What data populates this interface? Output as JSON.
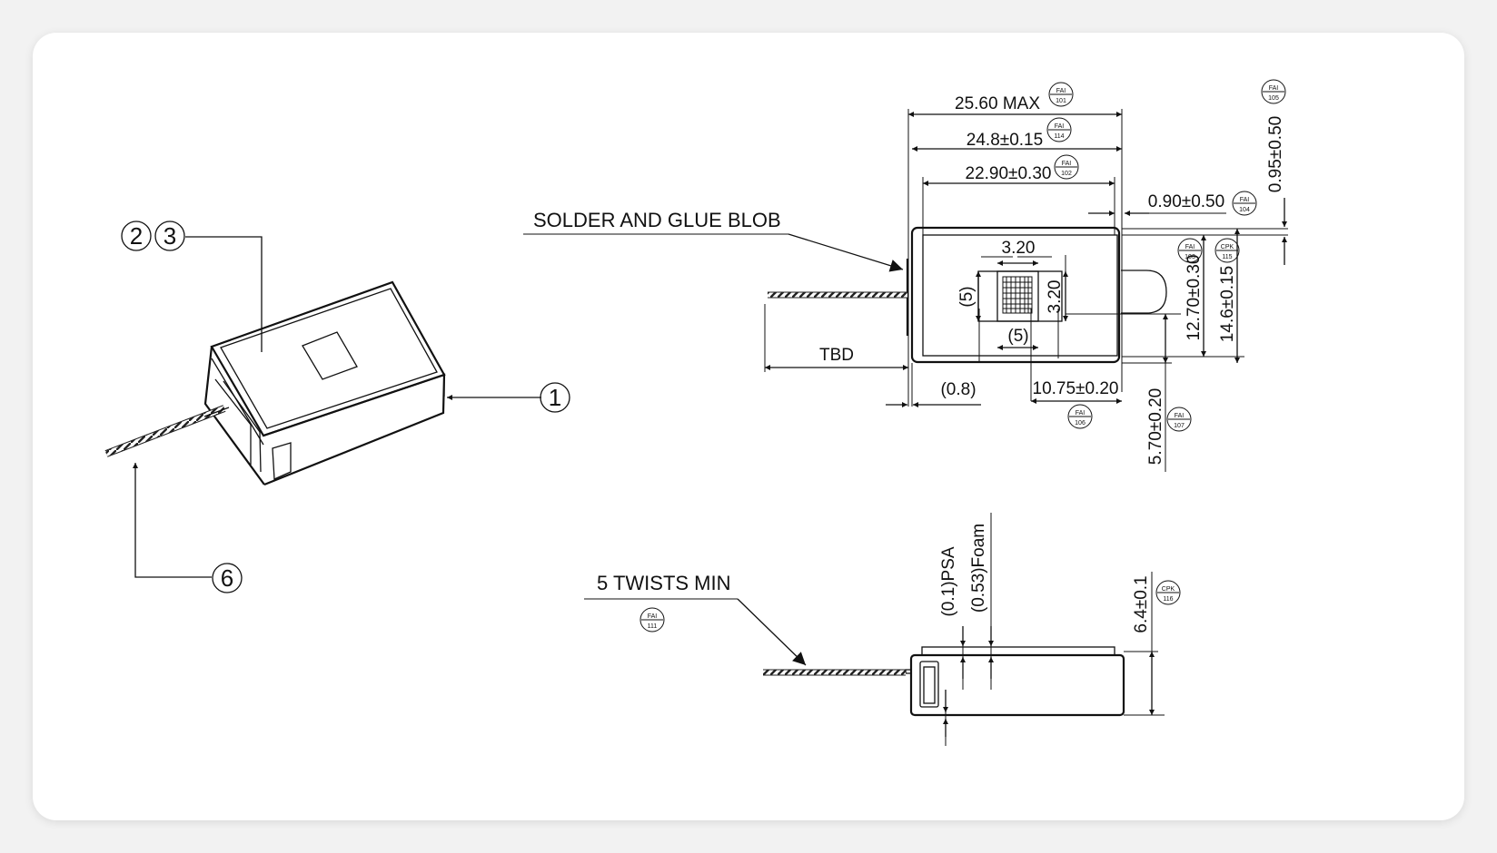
{
  "balloons": {
    "b23_a": "2",
    "b23_b": "3",
    "b1": "1",
    "b6": "6"
  },
  "labels": {
    "solder": "SOLDER AND GLUE BLOB",
    "twists": "5 TWISTS MIN"
  },
  "dims": {
    "d2560": "25.60 MAX",
    "d248": "24.8±0.15",
    "d2290": "22.90±0.30",
    "d090": "0.90±0.50",
    "d095": "0.95±0.50",
    "d320h": "3.20",
    "d320v": "3.20",
    "d5v": "(5)",
    "d5h": "(5)",
    "dtbd": "TBD",
    "d08": "(0.8)",
    "d1075": "10.75±0.20",
    "d1270": "12.70±0.30",
    "d146": "14.6±0.15",
    "d570": "5.70±0.20",
    "dpsa": "(0.1)PSA",
    "dfoam": "(0.53)Foam",
    "d64": "6.4±0.1"
  },
  "tags": {
    "t101": {
      "top": "FAI",
      "bot": "101"
    },
    "t114": {
      "top": "FAI",
      "bot": "114"
    },
    "t102": {
      "top": "FAI",
      "bot": "102"
    },
    "t105": {
      "top": "FAI",
      "bot": "105"
    },
    "t104": {
      "top": "FAI",
      "bot": "104"
    },
    "t103": {
      "top": "FAI",
      "bot": "103"
    },
    "t115": {
      "top": "CPK",
      "bot": "115"
    },
    "t106": {
      "top": "FAI",
      "bot": "106"
    },
    "t107": {
      "top": "FAI",
      "bot": "107"
    },
    "t111": {
      "top": "FAI",
      "bot": "111"
    },
    "t116": {
      "top": "CPK",
      "bot": "116"
    }
  }
}
